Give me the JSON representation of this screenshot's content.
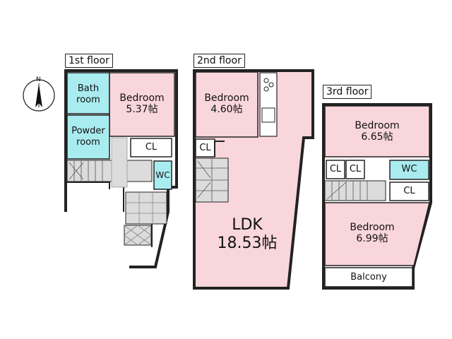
{
  "compass": {
    "north": "N"
  },
  "floors": {
    "first": {
      "title": "1st floor"
    },
    "second": {
      "title": "2nd floor"
    },
    "third": {
      "title": "3rd floor"
    }
  },
  "rooms": {
    "f1_bath": {
      "line1": "Bath",
      "line2": "room"
    },
    "f1_bedroom": {
      "line1": "Bedroom",
      "line2": "5.37帖"
    },
    "f1_powder": {
      "line1": "Powder",
      "line2": "room"
    },
    "f1_cl": {
      "label": "CL"
    },
    "f1_wc": {
      "label": "WC"
    },
    "f2_bedroom": {
      "line1": "Bedroom",
      "line2": "4.60帖"
    },
    "f2_cl": {
      "label": "CL"
    },
    "f2_ldk": {
      "line1": "LDK",
      "line2": "18.53帖"
    },
    "f3_bedroom1": {
      "line1": "Bedroom",
      "line2": "6.65帖"
    },
    "f3_cl1": {
      "label": "CL"
    },
    "f3_cl2": {
      "label": "CL"
    },
    "f3_wc": {
      "label": "WC"
    },
    "f3_cl3": {
      "label": "CL"
    },
    "f3_bedroom2": {
      "line1": "Bedroom",
      "line2": "6.99帖"
    },
    "f3_balcony": {
      "label": "Balcony"
    }
  },
  "colors": {
    "room_pink": "#f9d6dc",
    "wet_cyan": "#a9ecf0",
    "stair_gray": "#dcdcdc",
    "wall": "#222222"
  }
}
